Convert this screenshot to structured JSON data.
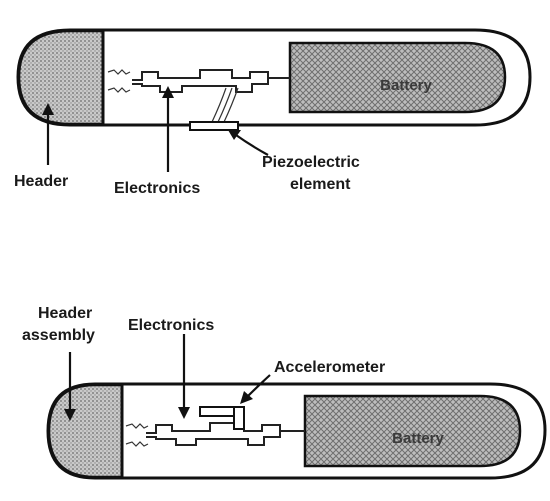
{
  "top_device": {
    "labels": {
      "header": "Header",
      "electronics": "Electronics",
      "piezo_line1": "Piezoelectric",
      "piezo_line2": "element",
      "battery": "Battery"
    },
    "header_shading": "dotted",
    "battery_shading": "crosshatch"
  },
  "bottom_device": {
    "labels": {
      "header_line1": "Header",
      "header_line2": "assembly",
      "electronics": "Electronics",
      "accelerometer": "Accelerometer",
      "battery": "Battery"
    },
    "header_shading": "dotted",
    "battery_shading": "crosshatch"
  },
  "colors": {
    "line": "#111111",
    "background": "#ffffff"
  }
}
